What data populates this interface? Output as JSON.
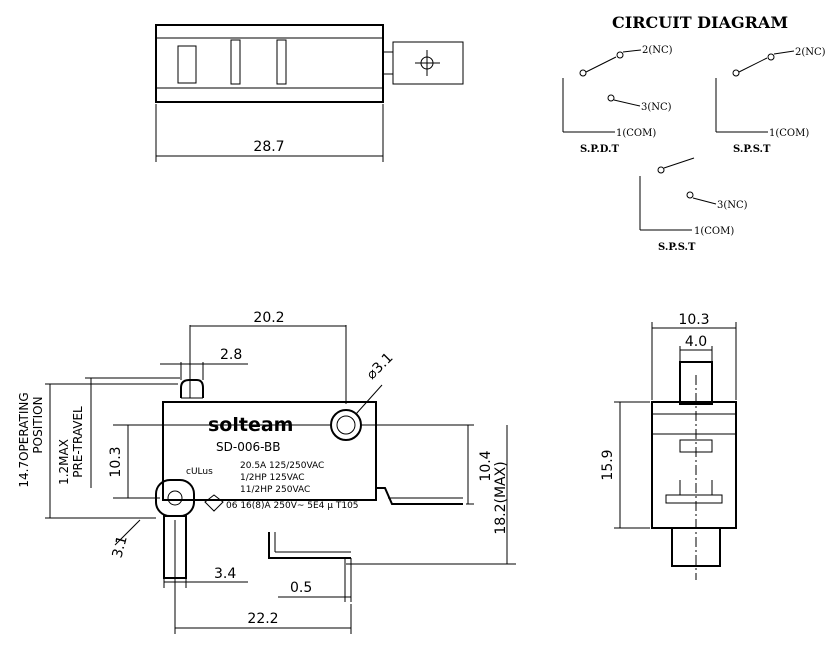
{
  "circuit": {
    "title": "CIRCUIT DIAGRAM",
    "spdt": {
      "nc2": "2(NC)",
      "nc3": "3(NC)",
      "com": "1(COM)",
      "label": "S.P.D.T"
    },
    "spst_a": {
      "nc2": "2(NC)",
      "com": "1(COM)",
      "label": "S.P.S.T"
    },
    "spst_b": {
      "nc3": "3(NC)",
      "com": "1(COM)",
      "label": "S.P.S.T"
    }
  },
  "top_view": {
    "length": "28.7"
  },
  "front_view": {
    "width_top": "20.2",
    "lever": "2.8",
    "hole": "⌀3.1",
    "op_pos_1": "14.7OPERATING",
    "op_pos_2": "POSITION",
    "pretravel_1": "1.2MAX",
    "pretravel_2": "PRE-TRAVEL",
    "height_body": "10.3",
    "terminal_gap": "10.4",
    "height_max": "18.2(MAX)",
    "tail": "3.1",
    "term_w": "3.4",
    "term_t": "0.5",
    "width_bottom": "22.2",
    "brand": "solteam",
    "model": "SD-006-BB",
    "ul_mark": "cULus",
    "rating_1": "20.5A  125/250VAC",
    "rating_2": "1/2HP  125VAC",
    "rating_3": "11/2HP  250VAC",
    "rating_4": "06 16(8)A 250V~ 5E4 μ T105"
  },
  "side_view": {
    "width": "10.3",
    "plunger": "4.0",
    "height": "15.9"
  }
}
